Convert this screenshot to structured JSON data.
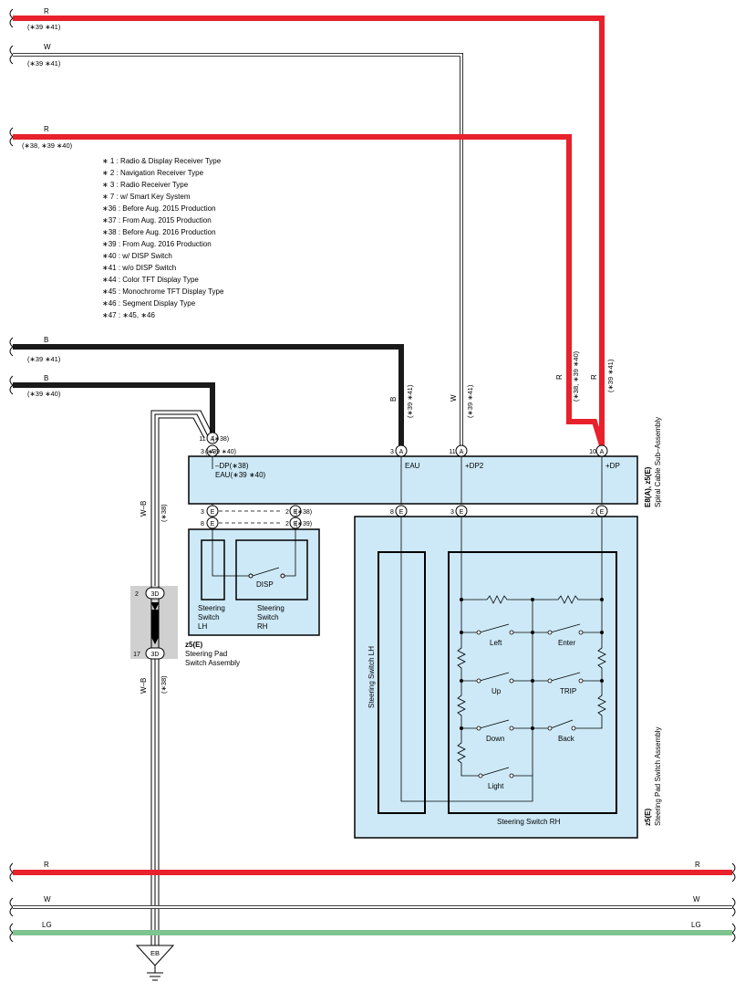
{
  "colors": {
    "red": "#e8212b",
    "black": "#1a1a1a",
    "white_wire": "#ffffff",
    "lg": "#7ec48f",
    "box_fill": "#cde9f7",
    "gray": "#d0d0d0"
  },
  "wires": {
    "r1": {
      "color": "R",
      "note": "(∗39 ∗41)"
    },
    "w1": {
      "color": "W",
      "note": "(∗39 ∗41)"
    },
    "r2": {
      "color": "R",
      "note": "(∗38, ∗39 ∗40)"
    },
    "b1": {
      "color": "B",
      "note": "(∗39 ∗41)"
    },
    "b2": {
      "color": "B",
      "note": "(∗39 ∗40)"
    },
    "wb_top": {
      "color": "W–B",
      "note": "(∗38)"
    },
    "wb_bot": {
      "color": "W–B",
      "note": "(∗38)"
    },
    "r_vert_a": {
      "color": "R",
      "note": "(∗38, ∗39 ∗40)"
    },
    "r_vert_b": {
      "color": "R",
      "note": "(∗39 ∗41)"
    },
    "b_vert": {
      "color": "B",
      "note": "(∗39 ∗41)"
    },
    "w_vert": {
      "color": "W",
      "note": "(∗39 ∗41)"
    },
    "bottom_r": "R",
    "bottom_w": "W",
    "bottom_lg": "LG"
  },
  "legend": [
    "∗ 1 : Radio & Display Receiver Type",
    "∗ 2 : Navigation Receiver Type",
    "∗ 3 : Radio Receiver Type",
    "∗ 7 : w/ Smart Key System",
    "∗36 : Before Aug.  2015 Production",
    "∗37 : From Aug.  2015 Production",
    "∗38 : Before Aug.  2016 Production",
    "∗39 : From Aug.  2016 Production",
    "∗40 : w/ DISP Switch",
    "∗41 : w/o DISP Switch",
    "∗44 : Color TFT Display Type",
    "∗45 : Monochrome TFT Display Type",
    "∗46 : Segment Display Type",
    "∗47 : ∗45,  ∗46"
  ],
  "spiral": {
    "code": "E8(A), z5(E)",
    "name": "Spiral Cable Sub–Assembly",
    "pin_dp": "–DP(∗38)",
    "pin_eau_left": "EAU(∗39 ∗40)",
    "pin_eau": "EAU",
    "pin_dp2": "+DP2",
    "pin_pdp": "+DP"
  },
  "pins": {
    "a11_top": {
      "num": "11",
      "conn": "A",
      "note": "(∗38)"
    },
    "a3_left": {
      "num": "3",
      "conn": "A",
      "note": "(∗39 ∗40)"
    },
    "a3_b": {
      "num": "3",
      "conn": "A"
    },
    "a11_w": {
      "num": "11",
      "conn": "A"
    },
    "a10": {
      "num": "10",
      "conn": "A"
    },
    "e3_l": {
      "num": "3",
      "conn": "E"
    },
    "e8_l": {
      "num": "8",
      "conn": "E"
    },
    "e2_a": {
      "num": "2",
      "conn": "E",
      "note": "(∗38)"
    },
    "e2_b": {
      "num": "2",
      "conn": "E",
      "note": "(∗39)"
    },
    "e8_r": {
      "num": "8",
      "conn": "E"
    },
    "e3_r": {
      "num": "3",
      "conn": "E"
    },
    "e2_r": {
      "num": "2",
      "conn": "E"
    },
    "j3d_top": {
      "num": "2",
      "conn": "3D"
    },
    "j3d_bot": {
      "num": "17",
      "conn": "3D"
    }
  },
  "small_assy": {
    "code": "z5(E)",
    "name_line1": "Steering Pad",
    "name_line2": "Switch Assembly",
    "lh_label": [
      "Steering",
      "Switch",
      "LH"
    ],
    "rh_label": [
      "Steering",
      "Switch",
      "RH"
    ],
    "disp": "DISP"
  },
  "big_assy": {
    "code": "z5(E)",
    "name": "Steering Pad Switch Assembly",
    "lh": "Steering Switch LH",
    "rh": "Steering Switch RH",
    "switches": [
      "Left",
      "Enter",
      "Up",
      "TRIP",
      "Down",
      "Back",
      "Light"
    ]
  },
  "ground": "EB"
}
